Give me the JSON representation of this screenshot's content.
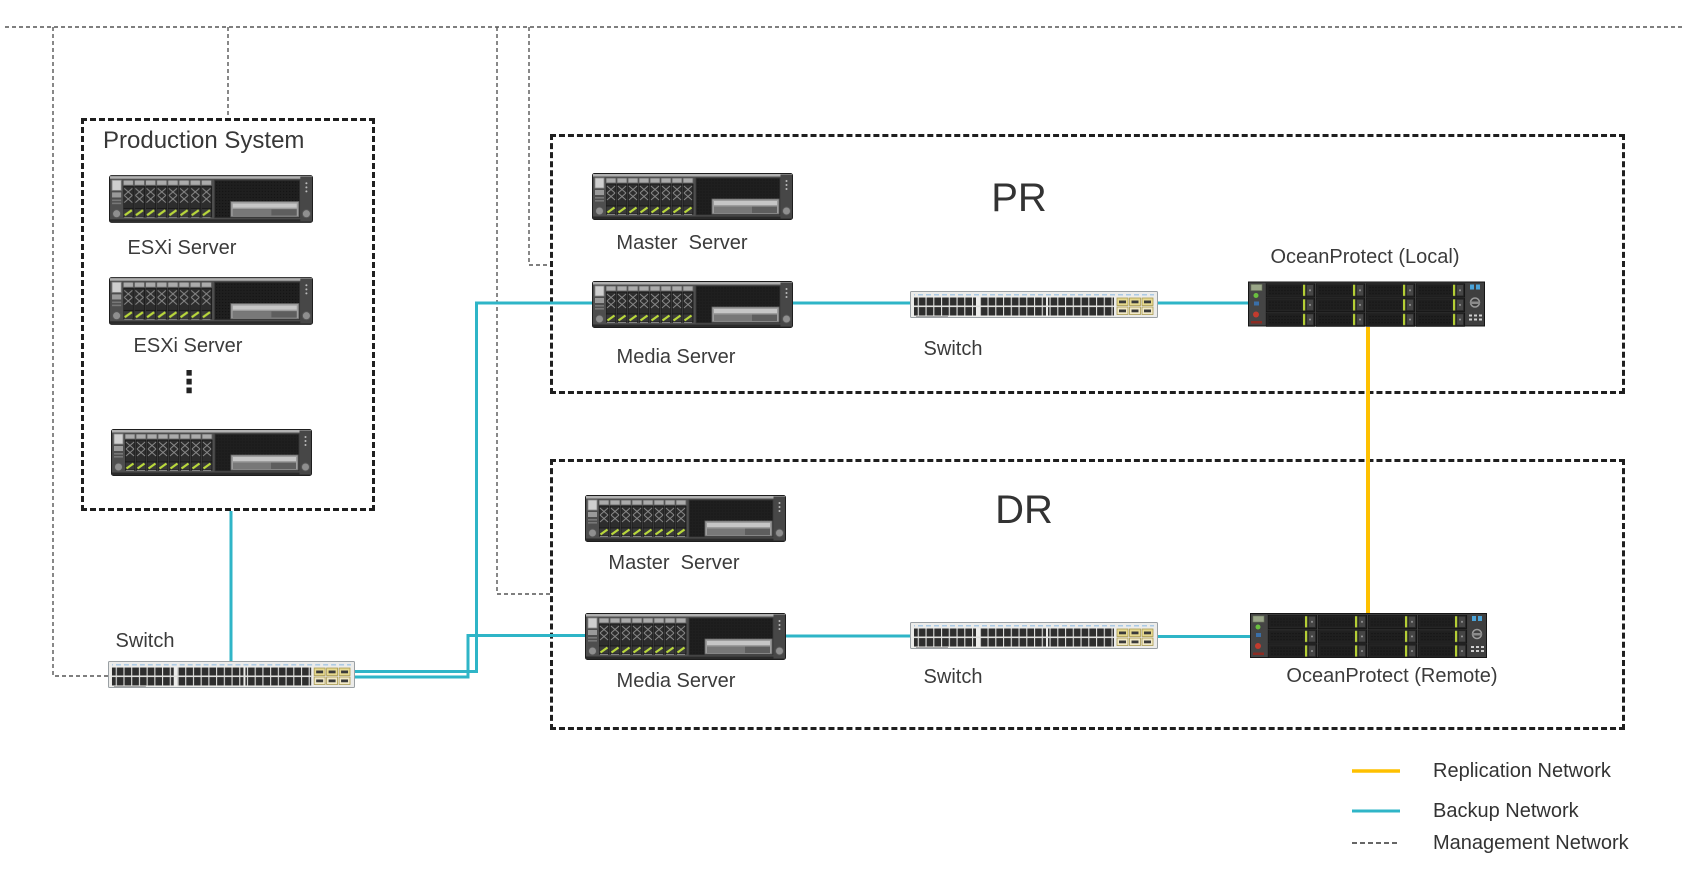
{
  "production": {
    "title": "Production System",
    "server1_label": "ESXi Server",
    "server2_label": "ESXi Server",
    "more_servers_ellipsis": "⋮"
  },
  "core_switch": {
    "label": "Switch"
  },
  "pr": {
    "title": "PR",
    "master_server_label": "Master  Server",
    "media_server_label": "Media Server",
    "switch_label": "Switch",
    "storage_label": "OceanProtect (Local)"
  },
  "dr": {
    "title": "DR",
    "master_server_label": "Master  Server",
    "media_server_label": "Media Server",
    "switch_label": "Switch",
    "storage_label": "OceanProtect (Remote)"
  },
  "legend": {
    "items": [
      {
        "label": "Replication Network",
        "color": "#FEC000",
        "line_style": "solid"
      },
      {
        "label": "Backup Network",
        "color": "#2FB5C7",
        "line_style": "solid"
      },
      {
        "label": "Management Network",
        "color": "#333333",
        "line_style": "dashed"
      }
    ]
  },
  "network_colors": {
    "replication": "#FEC000",
    "backup": "#2FB5C7",
    "management": "#555555"
  }
}
